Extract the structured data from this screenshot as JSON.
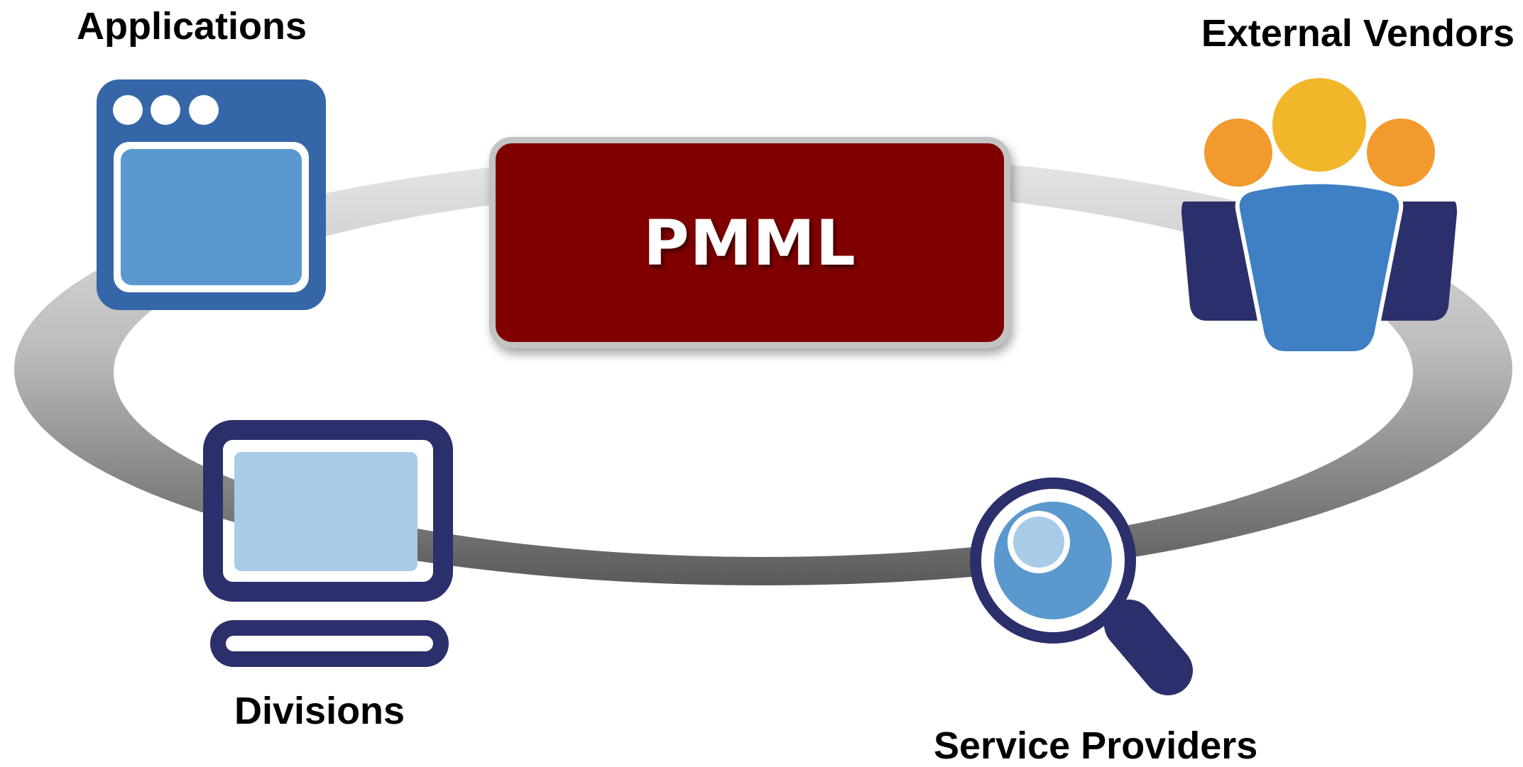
{
  "center": {
    "label": "PMML",
    "fill_color": "#800000",
    "border_color": "#c3c3c3"
  },
  "nodes": {
    "applications": {
      "label": "Applications",
      "icon": "application-window-icon"
    },
    "external_vendors": {
      "label": "External Vendors",
      "icon": "people-group-icon"
    },
    "divisions": {
      "label": "Divisions",
      "icon": "computer-monitor-icon"
    },
    "service_providers": {
      "label": "Service Providers",
      "icon": "magnifying-glass-icon"
    }
  },
  "colors": {
    "dark_navy": "#2b2f6b",
    "mid_blue": "#3f7fc3",
    "light_blue": "#a8cbe8",
    "window_blue": "#3567a8",
    "orange": "#f39a2e",
    "yellow": "#f2b62b",
    "ring_gray": "#8c8c8c"
  }
}
